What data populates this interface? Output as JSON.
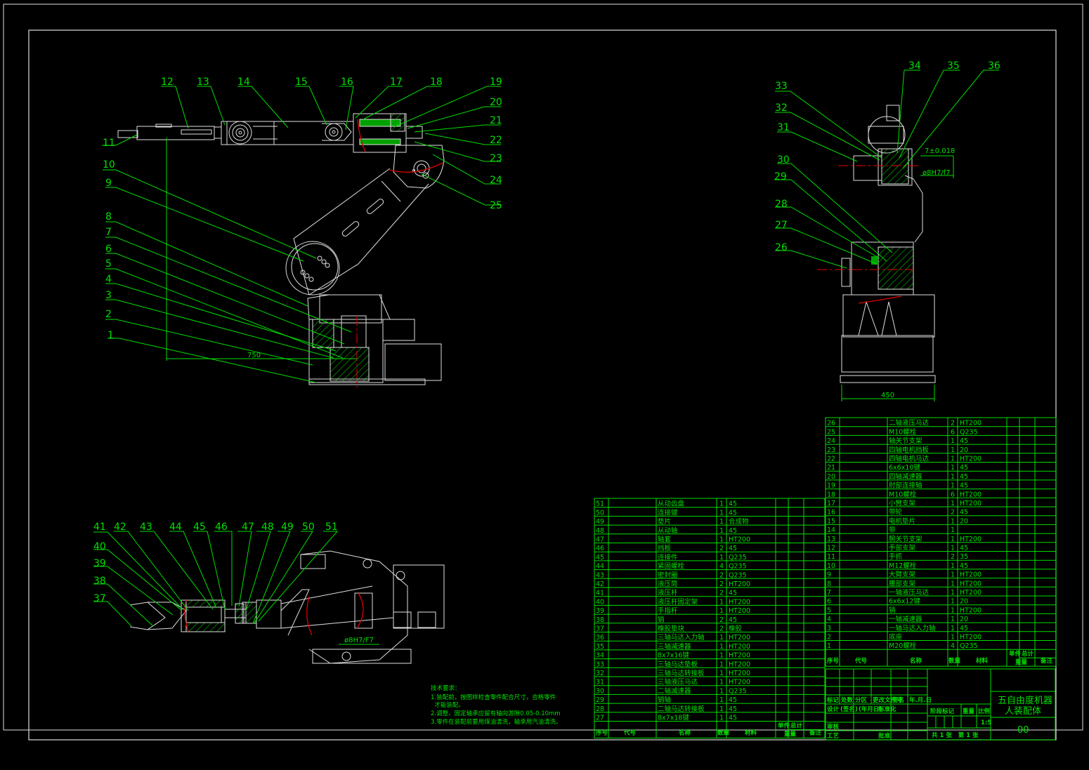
{
  "drawing": {
    "title_line1": "五自由度机器",
    "title_line2": "人装配体",
    "drawing_number": "00",
    "scale": "1:5",
    "sheet_info": "共 1 张   第 1 张",
    "title_block_headers": [
      "标记",
      "处数",
      "分区",
      "更改文件号",
      "签名",
      "年.月.日"
    ],
    "title_block_rows": [
      "设计",
      "(签名)",
      "(年月日)",
      "标准化"
    ],
    "title_block_labels": [
      "审核",
      "工艺",
      "批准",
      "阶段标记",
      "重量",
      "比例"
    ],
    "colors": {
      "outline": "#e0e0e0",
      "annotation": "#00e000",
      "centerline": "#e00000",
      "background": "#000000"
    }
  },
  "dimensions": {
    "reach": "750",
    "base_width": "450",
    "tolerance": "7±0.018",
    "fit_top": "ø8H7/f7",
    "fit_bottom": "ø8H7/F7"
  },
  "balloons": {
    "front_view_left": [
      "1",
      "2",
      "3",
      "4",
      "5",
      "6",
      "7",
      "8",
      "9",
      "10",
      "11"
    ],
    "front_view_top": [
      "12",
      "13",
      "14",
      "15",
      "16",
      "17",
      "18",
      "19"
    ],
    "front_view_right": [
      "20",
      "21",
      "22",
      "23",
      "24",
      "25"
    ],
    "side_view": [
      "26",
      "27",
      "28",
      "29",
      "30",
      "31",
      "32",
      "33",
      "34",
      "35",
      "36"
    ],
    "gripper_view_left": [
      "37",
      "38",
      "39",
      "40"
    ],
    "gripper_view_top": [
      "41",
      "42",
      "43",
      "44",
      "45",
      "46",
      "47",
      "48",
      "49",
      "50",
      "51"
    ]
  },
  "technical_requirements": {
    "heading": "技术要求：",
    "lines": [
      "1.装配前，按图样检查零件配合尺寸，合格零件",
      "  才能装配。",
      "2.调整、固定轴承应留有轴向游隙0.05-0.10mm",
      "3.零件在装配前要用煤油清洗，轴承用汽油清洗。"
    ]
  },
  "bom": {
    "headers": {
      "no": "序号",
      "code": "代号",
      "name": "名称",
      "qty": "数量",
      "material": "材料",
      "unit": "单件",
      "total": "总计",
      "weight": "重量",
      "remark": "备注"
    },
    "left_rows": [
      {
        "no": "51",
        "name": "从动齿盘",
        "qty": "1",
        "material": "45"
      },
      {
        "no": "50",
        "name": "连接键",
        "qty": "1",
        "material": "45"
      },
      {
        "no": "49",
        "name": "垫片",
        "qty": "1",
        "material": "合成物"
      },
      {
        "no": "48",
        "name": "从动轴",
        "qty": "1",
        "material": "45"
      },
      {
        "no": "47",
        "name": "轴套",
        "qty": "1",
        "material": "HT200"
      },
      {
        "no": "46",
        "name": "挡板",
        "qty": "2",
        "material": "45"
      },
      {
        "no": "45",
        "name": "连接件",
        "qty": "1",
        "material": "Q235"
      },
      {
        "no": "44",
        "name": "紧固螺栓",
        "qty": "4",
        "material": "Q235"
      },
      {
        "no": "43",
        "name": "密封圈",
        "qty": "2",
        "material": "Q235"
      },
      {
        "no": "42",
        "name": "液压筒",
        "qty": "2",
        "material": "HT200"
      },
      {
        "no": "41",
        "name": "液压杆",
        "qty": "2",
        "material": "45"
      },
      {
        "no": "40",
        "name": "液压杆固定架",
        "qty": "1",
        "material": "HT200"
      },
      {
        "no": "39",
        "name": "手指杆",
        "qty": "1",
        "material": "HT200"
      },
      {
        "no": "38",
        "name": "销",
        "qty": "2",
        "material": "45"
      },
      {
        "no": "37",
        "name": "橡胶垫块",
        "qty": "2",
        "material": "橡胶"
      },
      {
        "no": "36",
        "name": "三轴马达入力轴",
        "qty": "1",
        "material": "HT200"
      },
      {
        "no": "35",
        "name": "三轴减速器",
        "qty": "1",
        "material": "HT200"
      },
      {
        "no": "34",
        "name": "8x7x16键",
        "qty": "1",
        "material": "HT200"
      },
      {
        "no": "33",
        "name": "三轴马达垫板",
        "qty": "1",
        "material": "HT200"
      },
      {
        "no": "32",
        "name": "三轴马达转接板",
        "qty": "1",
        "material": "HT200"
      },
      {
        "no": "31",
        "name": "三轴液压马达",
        "qty": "1",
        "material": "HT200"
      },
      {
        "no": "30",
        "name": "二轴减速器",
        "qty": "1",
        "material": "Q235"
      },
      {
        "no": "29",
        "name": "销轴",
        "qty": "1",
        "material": "45"
      },
      {
        "no": "28",
        "name": "二轴马达转接板",
        "qty": "1",
        "material": "45"
      },
      {
        "no": "27",
        "name": "8x7x18键",
        "qty": "1",
        "material": "45"
      }
    ],
    "right_rows": [
      {
        "no": "26",
        "name": "二轴液压马达",
        "qty": "2",
        "material": "HT200"
      },
      {
        "no": "25",
        "name": "M10螺栓",
        "qty": "6",
        "material": "Q235"
      },
      {
        "no": "24",
        "name": "轴关节支架",
        "qty": "1",
        "material": "45"
      },
      {
        "no": "23",
        "name": "四轴电机挡板",
        "qty": "1",
        "material": "20"
      },
      {
        "no": "22",
        "name": "四轴电机马达",
        "qty": "1",
        "material": "HT200"
      },
      {
        "no": "21",
        "name": "6x6x10键",
        "qty": "1",
        "material": "45"
      },
      {
        "no": "20",
        "name": "四轴减速器",
        "qty": "1",
        "material": "45"
      },
      {
        "no": "19",
        "name": "肘部连接轴",
        "qty": "1",
        "material": "45"
      },
      {
        "no": "18",
        "name": "M10螺栓",
        "qty": "6",
        "material": "HT200"
      },
      {
        "no": "17",
        "name": "小臂支架",
        "qty": "1",
        "material": "HT200"
      },
      {
        "no": "16",
        "name": "带轮",
        "qty": "2",
        "material": "45"
      },
      {
        "no": "15",
        "name": "电机垫片",
        "qty": "1",
        "material": "20"
      },
      {
        "no": "14",
        "name": "带",
        "qty": "1",
        "material": ""
      },
      {
        "no": "13",
        "name": "腕关节支架",
        "qty": "1",
        "material": "HT200"
      },
      {
        "no": "12",
        "name": "手部支架",
        "qty": "1",
        "material": "45"
      },
      {
        "no": "11",
        "name": "手抓",
        "qty": "2",
        "material": "35"
      },
      {
        "no": "10",
        "name": "M12螺栓",
        "qty": "1",
        "material": "45"
      },
      {
        "no": "9",
        "name": "大臂支架",
        "qty": "1",
        "material": "HT200"
      },
      {
        "no": "8",
        "name": "腰部支架",
        "qty": "1",
        "material": "HT200"
      },
      {
        "no": "7",
        "name": "一轴液压马达",
        "qty": "1",
        "material": "HT200"
      },
      {
        "no": "6",
        "name": "6x6x12键",
        "qty": "1",
        "material": "20"
      },
      {
        "no": "5",
        "name": "销",
        "qty": "1",
        "material": "HT200"
      },
      {
        "no": "4",
        "name": "一轴减速器",
        "qty": "1",
        "material": "20"
      },
      {
        "no": "3",
        "name": "一轴马达入力轴",
        "qty": "1",
        "material": "45"
      },
      {
        "no": "2",
        "name": "底座",
        "qty": "1",
        "material": "HT200"
      },
      {
        "no": "1",
        "name": "M20螺栓",
        "qty": "4",
        "material": "Q235"
      }
    ]
  }
}
